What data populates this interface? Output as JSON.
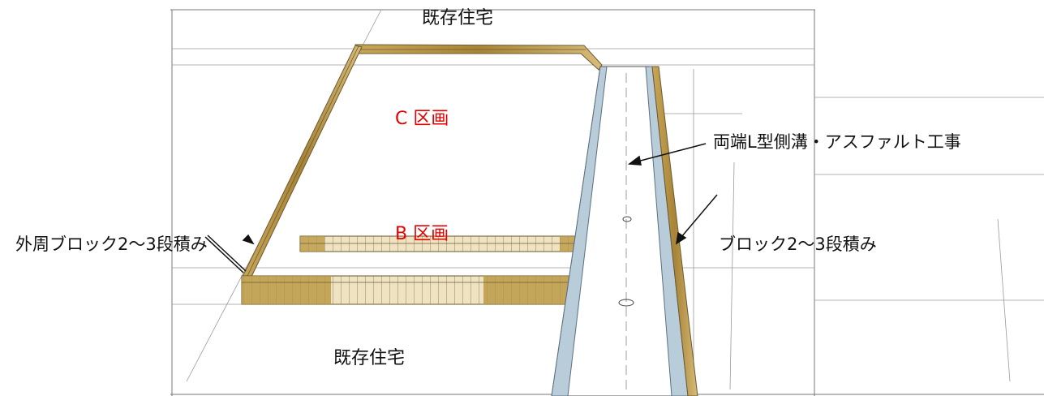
{
  "labels": {
    "top_house": "既存住宅",
    "bottom_house": "既存住宅",
    "section_c": "C 区画",
    "section_b": "B 区画",
    "road_callout": "両端L型側溝・アスファルト工事",
    "left_callout": "外周ブロック2～3段積み",
    "right_callout": "ブロック2～3段積み"
  },
  "colors": {
    "section_label": "#e60000",
    "block_wall": "#b8963e",
    "gutter": "#9fb7c9",
    "pencil_line": "#555555"
  }
}
